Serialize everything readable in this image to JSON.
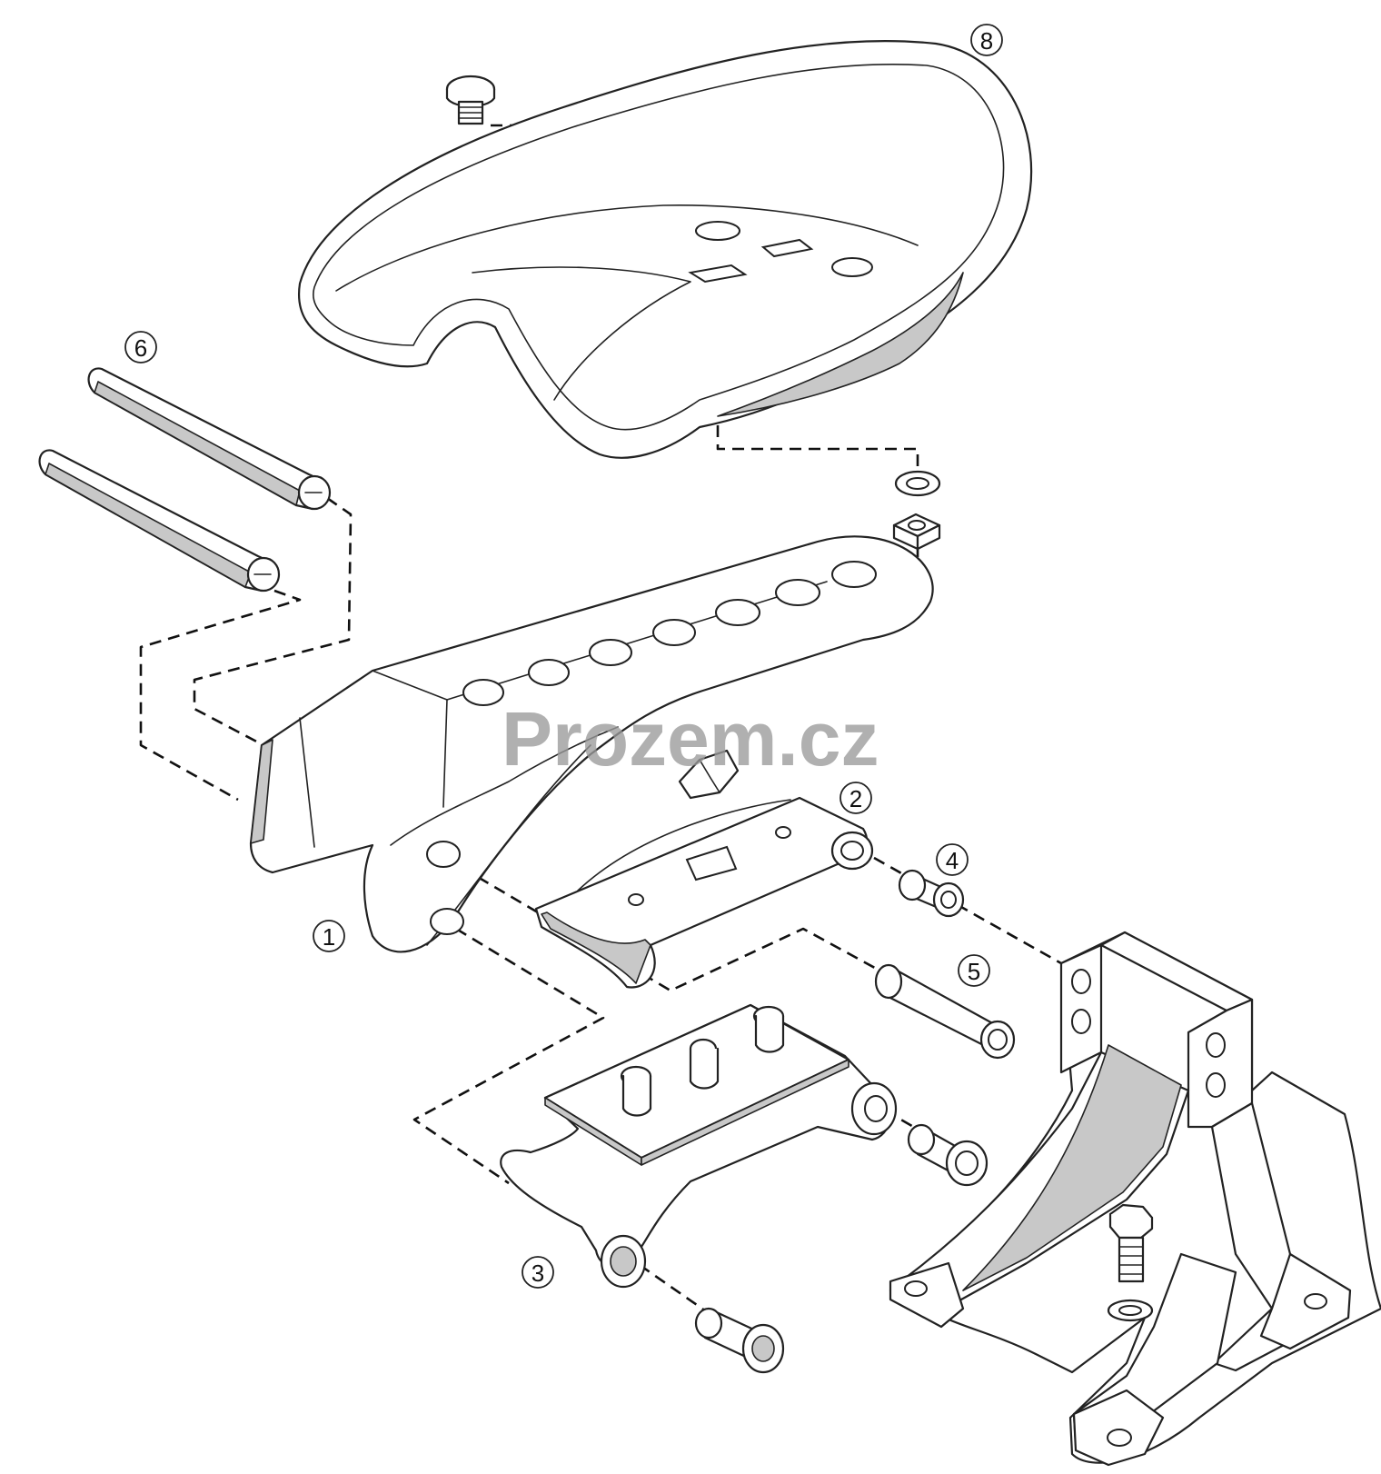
{
  "diagram": {
    "callouts": [
      {
        "id": "1",
        "label": "1"
      },
      {
        "id": "2",
        "label": "2"
      },
      {
        "id": "3",
        "label": "3"
      },
      {
        "id": "4",
        "label": "4"
      },
      {
        "id": "5",
        "label": "5"
      },
      {
        "id": "6",
        "label": "6"
      },
      {
        "id": "8",
        "label": "8"
      }
    ]
  },
  "watermark": {
    "text": "Prozem.cz"
  },
  "colors": {
    "line": "#222222",
    "shade": "#c8c8c8",
    "watermark": "#9a9a9a",
    "background": "#ffffff"
  }
}
